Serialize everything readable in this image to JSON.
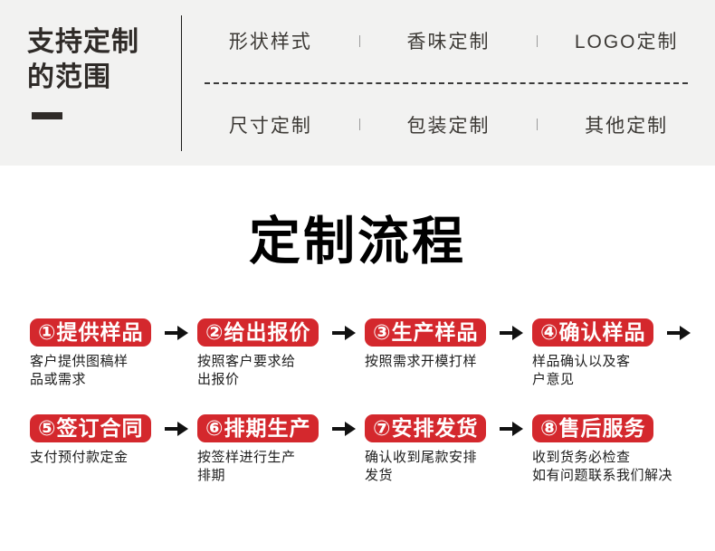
{
  "header": {
    "title_line1": "支持定制",
    "title_line2": "的范围",
    "items_row1": [
      "形状样式",
      "香味定制",
      "LOGO定制"
    ],
    "items_row2": [
      "尺寸定制",
      "包装定制",
      "其他定制"
    ]
  },
  "process": {
    "title": "定制流程",
    "steps": [
      {
        "label": "①提供样品",
        "desc": "客户提供图稿样\n品或需求"
      },
      {
        "label": "②给出报价",
        "desc": "按照客户要求给\n出报价"
      },
      {
        "label": "③生产样品",
        "desc": "按照需求开模打样"
      },
      {
        "label": "④确认样品",
        "desc": "样品确认以及客\n户意见"
      },
      {
        "label": "⑤签订合同",
        "desc": "支付预付款定金"
      },
      {
        "label": "⑥排期生产",
        "desc": "按签样进行生产\n排期"
      },
      {
        "label": "⑦安排发货",
        "desc": "确认收到尾款安排\n发货"
      },
      {
        "label": "⑧售后服务",
        "desc": "收到货务必检查\n如有问题联系我们解决"
      }
    ]
  },
  "colors": {
    "accent_red": "#d4282d",
    "header_bg": "#f2f2f1",
    "text_dark": "#2f2b28"
  }
}
